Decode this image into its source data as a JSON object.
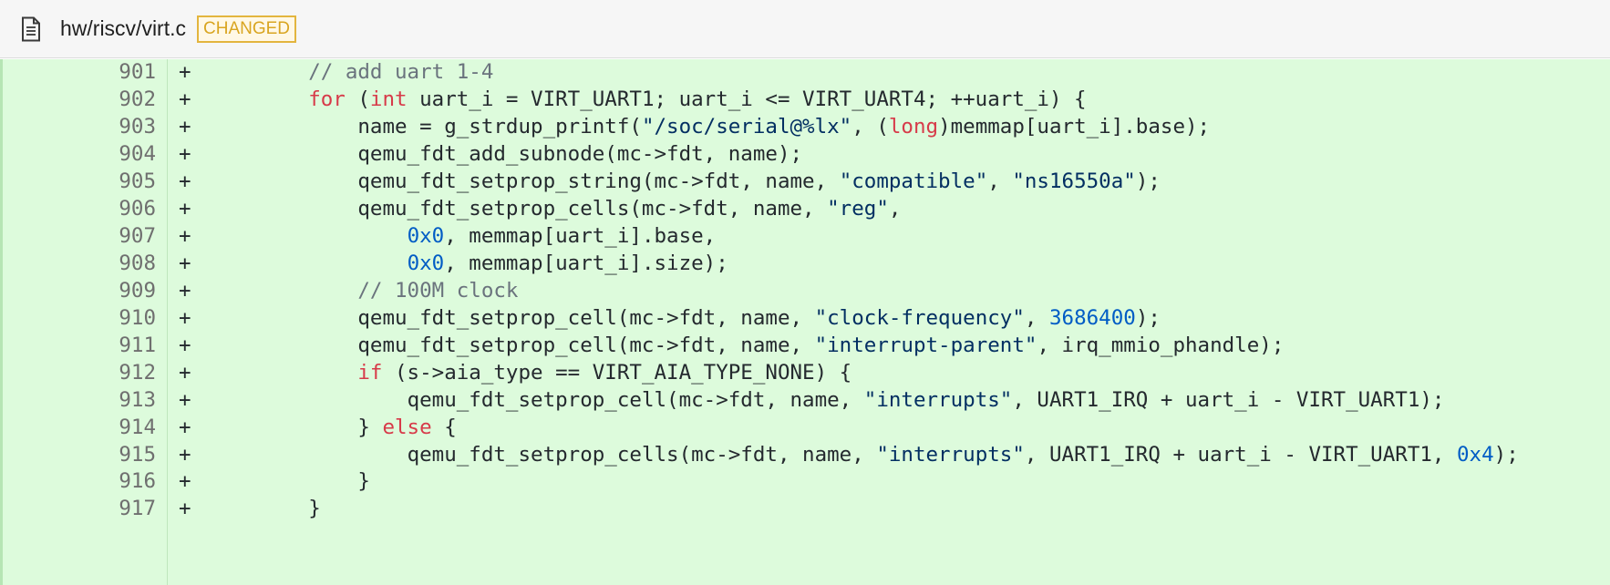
{
  "file": {
    "path": "hw/riscv/virt.c",
    "badge": "CHANGED",
    "icon": "document-icon"
  },
  "colors": {
    "added_bg": "#ddfbdc",
    "keyword": "#d73a49",
    "string": "#032f62",
    "number": "#005cc5",
    "comment": "#6a737d",
    "badge": "#d9a520"
  },
  "lines": [
    {
      "num": "901",
      "marker": "+",
      "indent": "    ",
      "tokens": [
        {
          "t": "// add uart 1-4",
          "c": "cm"
        }
      ]
    },
    {
      "num": "902",
      "marker": "+",
      "indent": "    ",
      "tokens": [
        {
          "t": "for",
          "c": "kw"
        },
        {
          "t": " ("
        },
        {
          "t": "int",
          "c": "kw"
        },
        {
          "t": " uart_i = VIRT_UART1; uart_i <= VIRT_UART4; ++uart_i) {"
        }
      ]
    },
    {
      "num": "903",
      "marker": "+",
      "indent": "        ",
      "tokens": [
        {
          "t": "name = g_strdup_printf("
        },
        {
          "t": "\"/soc/serial@%lx\"",
          "c": "str"
        },
        {
          "t": ", ("
        },
        {
          "t": "long",
          "c": "kw"
        },
        {
          "t": ")memmap[uart_i].base);"
        }
      ]
    },
    {
      "num": "904",
      "marker": "+",
      "indent": "        ",
      "tokens": [
        {
          "t": "qemu_fdt_add_subnode(mc->fdt, name);"
        }
      ]
    },
    {
      "num": "905",
      "marker": "+",
      "indent": "        ",
      "tokens": [
        {
          "t": "qemu_fdt_setprop_string(mc->fdt, name, "
        },
        {
          "t": "\"compatible\"",
          "c": "str"
        },
        {
          "t": ", "
        },
        {
          "t": "\"ns16550a\"",
          "c": "str"
        },
        {
          "t": ");"
        }
      ]
    },
    {
      "num": "906",
      "marker": "+",
      "indent": "        ",
      "tokens": [
        {
          "t": "qemu_fdt_setprop_cells(mc->fdt, name, "
        },
        {
          "t": "\"reg\"",
          "c": "str"
        },
        {
          "t": ","
        }
      ]
    },
    {
      "num": "907",
      "marker": "+",
      "indent": "            ",
      "tokens": [
        {
          "t": "0x0",
          "c": "num"
        },
        {
          "t": ", memmap[uart_i].base,"
        }
      ]
    },
    {
      "num": "908",
      "marker": "+",
      "indent": "            ",
      "tokens": [
        {
          "t": "0x0",
          "c": "num"
        },
        {
          "t": ", memmap[uart_i].size);"
        }
      ]
    },
    {
      "num": "909",
      "marker": "+",
      "indent": "        ",
      "tokens": [
        {
          "t": "// 100M clock",
          "c": "cm"
        }
      ]
    },
    {
      "num": "910",
      "marker": "+",
      "indent": "        ",
      "tokens": [
        {
          "t": "qemu_fdt_setprop_cell(mc->fdt, name, "
        },
        {
          "t": "\"clock-frequency\"",
          "c": "str"
        },
        {
          "t": ", "
        },
        {
          "t": "3686400",
          "c": "num"
        },
        {
          "t": ");"
        }
      ]
    },
    {
      "num": "911",
      "marker": "+",
      "indent": "        ",
      "tokens": [
        {
          "t": "qemu_fdt_setprop_cell(mc->fdt, name, "
        },
        {
          "t": "\"interrupt-parent\"",
          "c": "str"
        },
        {
          "t": ", irq_mmio_phandle);"
        }
      ]
    },
    {
      "num": "912",
      "marker": "+",
      "indent": "        ",
      "tokens": [
        {
          "t": "if",
          "c": "kw"
        },
        {
          "t": " (s->aia_type == VIRT_AIA_TYPE_NONE) {"
        }
      ]
    },
    {
      "num": "913",
      "marker": "+",
      "indent": "            ",
      "tokens": [
        {
          "t": "qemu_fdt_setprop_cell(mc->fdt, name, "
        },
        {
          "t": "\"interrupts\"",
          "c": "str"
        },
        {
          "t": ", UART1_IRQ + uart_i - VIRT_UART1);"
        }
      ]
    },
    {
      "num": "914",
      "marker": "+",
      "indent": "        ",
      "tokens": [
        {
          "t": "} "
        },
        {
          "t": "else",
          "c": "kw"
        },
        {
          "t": " {"
        }
      ]
    },
    {
      "num": "915",
      "marker": "+",
      "indent": "            ",
      "tokens": [
        {
          "t": "qemu_fdt_setprop_cells(mc->fdt, name, "
        },
        {
          "t": "\"interrupts\"",
          "c": "str"
        },
        {
          "t": ", UART1_IRQ + uart_i - VIRT_UART1, "
        },
        {
          "t": "0x4",
          "c": "num"
        },
        {
          "t": ");"
        }
      ]
    },
    {
      "num": "916",
      "marker": "+",
      "indent": "        ",
      "tokens": [
        {
          "t": "}"
        }
      ]
    },
    {
      "num": "917",
      "marker": "+",
      "indent": "    ",
      "tokens": [
        {
          "t": "}"
        }
      ]
    }
  ]
}
